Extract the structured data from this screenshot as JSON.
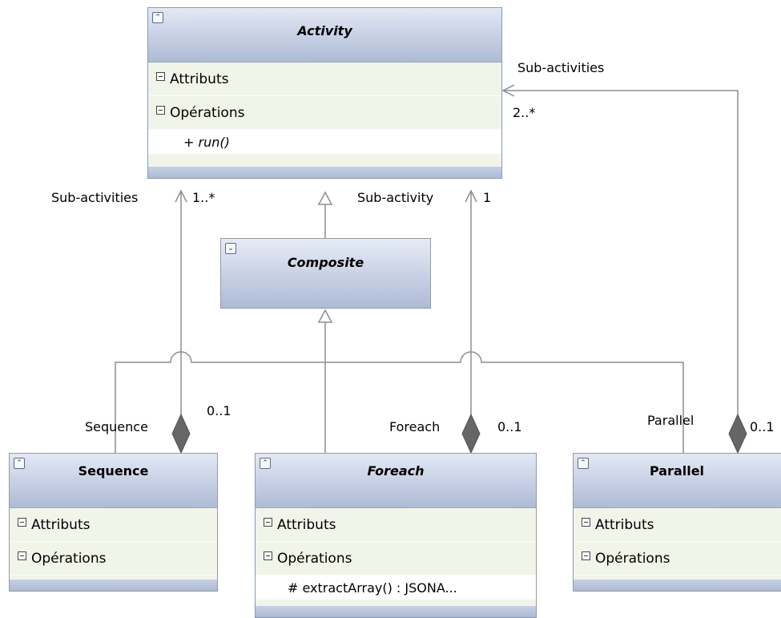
{
  "classes": {
    "activity": {
      "name": "Activity",
      "attributes": "Attributs",
      "operations": "Opérations",
      "members": [
        "+ run()"
      ]
    },
    "composite": {
      "name": "Composite"
    },
    "sequence": {
      "name": "Sequence",
      "attributes": "Attributs",
      "operations": "Opérations"
    },
    "foreach": {
      "name": "Foreach",
      "attributes": "Attributs",
      "operations": "Opérations",
      "members": [
        "#  extractArray() : JSONA..."
      ]
    },
    "parallel": {
      "name": "Parallel",
      "attributes": "Attributs",
      "operations": "Opérations"
    }
  },
  "labels": {
    "seq_subactivities": "Sub-activities",
    "seq_mult_top": "1..*",
    "foreach_subactivity": "Sub-activity",
    "foreach_mult_top": "1",
    "par_subactivities": "Sub-activities",
    "par_mult_top": "2..*",
    "seq_role": "Sequence",
    "seq_mult_bottom": "0..1",
    "foreach_role": "Foreach",
    "foreach_mult_bottom": "0..1",
    "par_role": "Parallel",
    "par_mult_bottom": "0..1"
  },
  "icons": {
    "collapse": "collapse-icon",
    "expand": "expand-icon",
    "compartment": "compartment-toggle-icon"
  },
  "colors": {
    "header_top": "#e3e8f4",
    "header_bottom": "#aebbd6",
    "compartment": "#f1f4e9",
    "line": "#8e8e8e",
    "diamond": "#666666"
  }
}
